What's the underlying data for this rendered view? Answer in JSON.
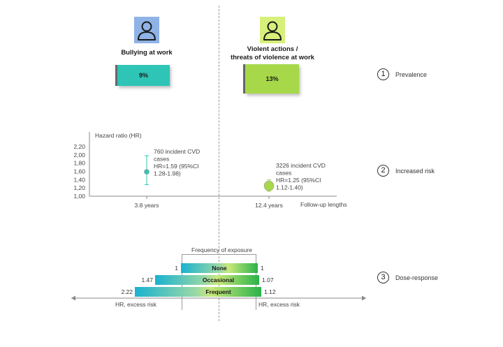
{
  "exposures": {
    "bullying": {
      "label": "Bullying at work",
      "prevalence": "9%",
      "icon": "person-icon",
      "icon_color": "#8fb3e6",
      "bar_color": "#2ec4b6"
    },
    "violence": {
      "label_line1": "Violent actions /",
      "label_line2": "threats of violence at work",
      "prevalence": "13%",
      "icon": "person-icon",
      "icon_color": "#d6f07a",
      "bar_color": "#a6d84a"
    }
  },
  "steps": [
    {
      "number": "1",
      "label": "Prevalence"
    },
    {
      "number": "2",
      "label": "Increased risk"
    },
    {
      "number": "3",
      "label": "Dose-response"
    }
  ],
  "chart_data": {
    "type": "scatter",
    "ylabel": "Hazard ratio (HR)",
    "xlabel": "Follow-up lengths",
    "ylim": [
      1.0,
      2.2
    ],
    "yticks": [
      "2,20",
      "2,00",
      "1,80",
      "1,60",
      "1,40",
      "1,20",
      "1,00"
    ],
    "yvalues": [
      2.2,
      2.0,
      1.8,
      1.6,
      1.4,
      1.2,
      1.0
    ],
    "points": [
      {
        "x": "3.8 years",
        "hr": 1.59,
        "ci": [
          1.28,
          1.98
        ],
        "color": "#2ec4b6",
        "annotation": [
          "760 incident CVD",
          "cases",
          "HR=1.59 (95%CI",
          "1.28-1.98)"
        ]
      },
      {
        "x": "12.4 years",
        "hr": 1.25,
        "ci": [
          1.12,
          1.4
        ],
        "color": "#a6d84a",
        "annotation": [
          "3226 incident CVD",
          "cases",
          "HR=1.25 (95%CI",
          "1.12-1.40)"
        ]
      }
    ]
  },
  "dose_response": {
    "title": "Frequency of exposure",
    "levels": [
      {
        "label": "None",
        "bullying": "1",
        "violence": "1"
      },
      {
        "label": "Occasional",
        "bullying": "1.47",
        "violence": "1.07"
      },
      {
        "label": "Frequent",
        "bullying": "2.22",
        "violence": "1.12"
      }
    ],
    "left_axis_label": "HR, excess risk",
    "right_axis_label": "HR, excess risk"
  }
}
